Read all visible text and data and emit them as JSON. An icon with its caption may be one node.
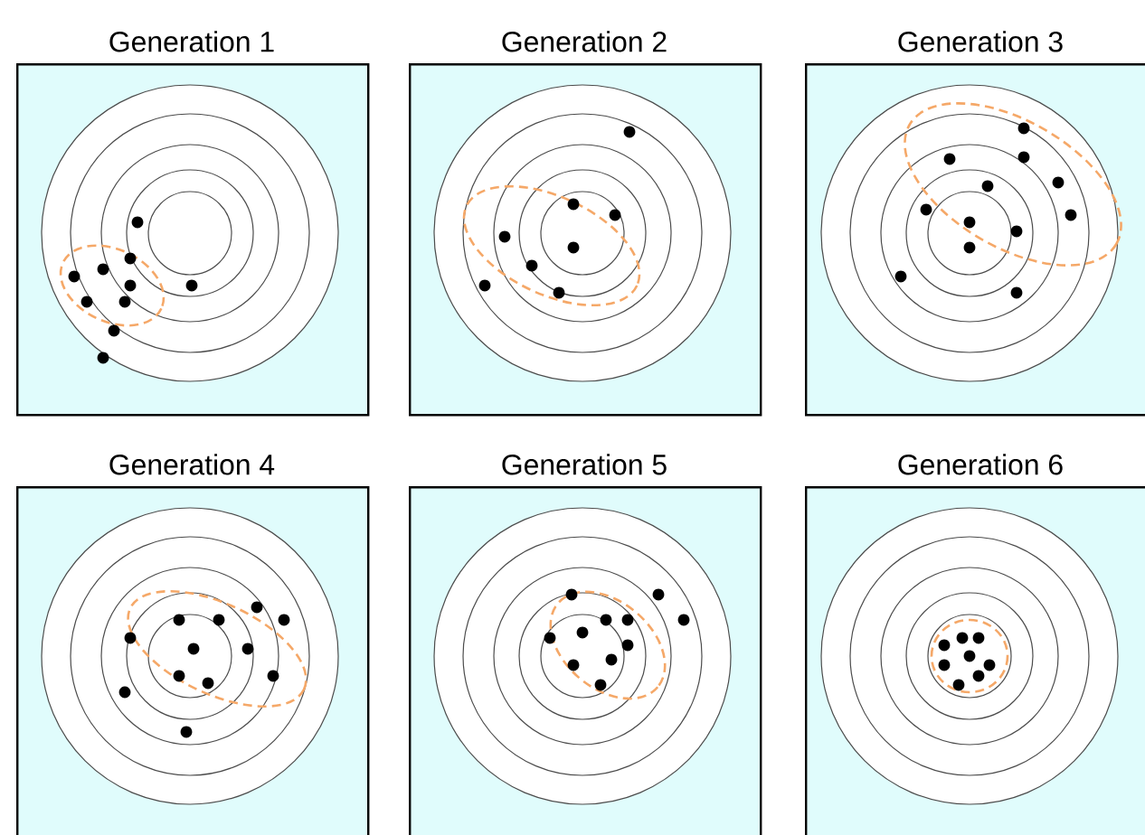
{
  "diagram": {
    "nodes": [
      {
        "text": [
          "Generation 1"
        ]
      },
      {
        "text": [
          "Generation 2"
        ]
      },
      {
        "text": [
          "Generation 3"
        ]
      },
      {
        "text": [
          "Generation 4"
        ]
      },
      {
        "text": [
          "Generation 5"
        ]
      },
      {
        "text": [
          "Generation 6"
        ]
      }
    ]
  }
}
